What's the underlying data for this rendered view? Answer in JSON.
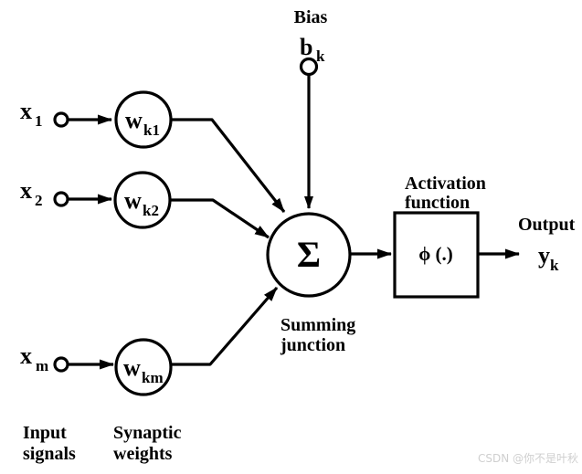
{
  "colors": {
    "ink": "#000000",
    "background": "#ffffff",
    "watermark_text": "#cfcfcf"
  },
  "diagram": {
    "labels": {
      "bias": "Bias",
      "activation_line1": "Activation",
      "activation_line2": "function",
      "output": "Output",
      "summing_line1": "Summing",
      "summing_line2": "junction",
      "inputs_line1": "Input",
      "inputs_line2": "signals",
      "weights_line1": "Synaptic",
      "weights_line2": "weights"
    },
    "nodes": {
      "input1": {
        "base": "x",
        "sub": "1"
      },
      "input2": {
        "base": "x",
        "sub": "2"
      },
      "input3": {
        "base": "x",
        "sub": "m"
      },
      "weight1": {
        "base": "w",
        "sub": "k1"
      },
      "weight2": {
        "base": "w",
        "sub": "k2"
      },
      "weight3": {
        "base": "w",
        "sub": "km"
      },
      "bias": {
        "base": "b",
        "sub": "k"
      },
      "output": {
        "base": "y",
        "sub": "k"
      },
      "summing_symbol": "Σ",
      "activation_symbol": "ϕ (.)"
    }
  },
  "watermark": "CSDN @你不是叶秋"
}
